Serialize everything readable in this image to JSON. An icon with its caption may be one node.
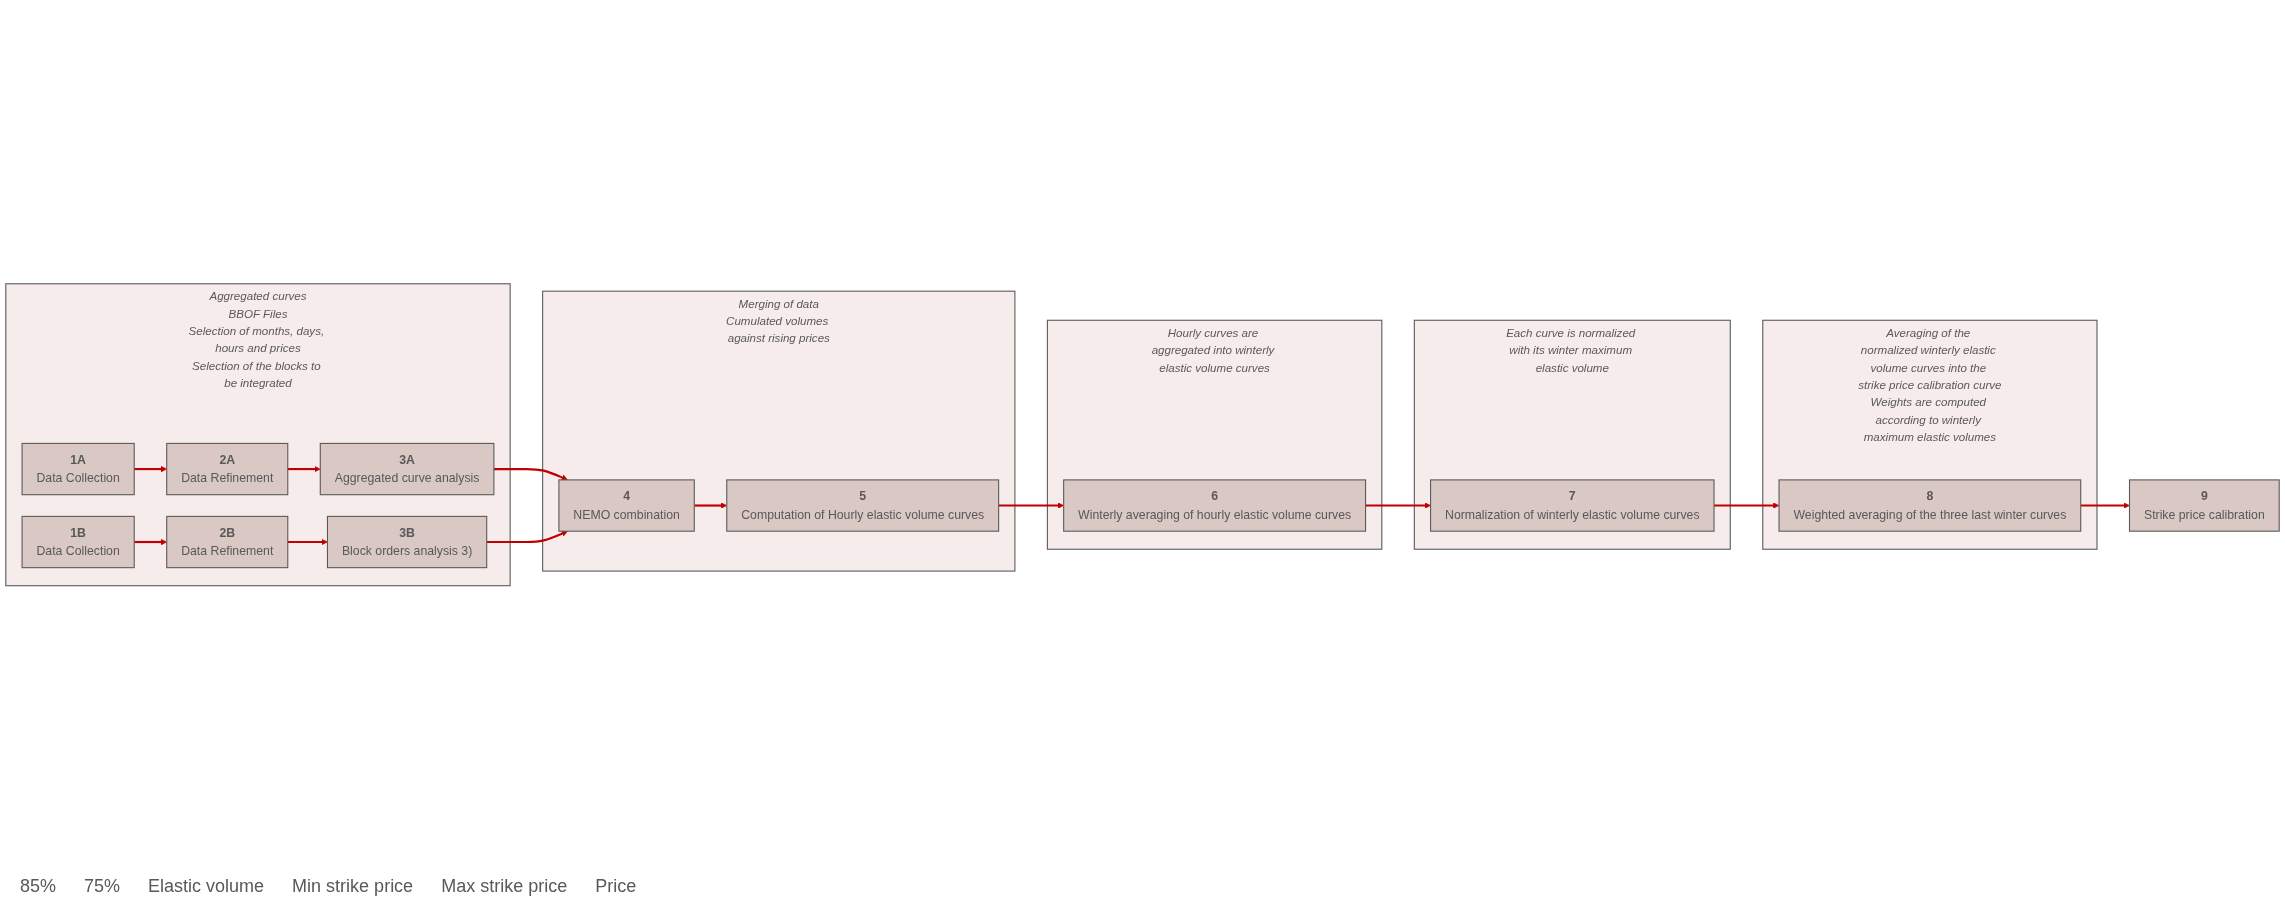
{
  "diagram": {
    "nodes": [
      {
        "text": [
          "Aggregated curves",
          "BBOF Files",
          "Selection of months, days, hours and prices",
          "Selection of the blocks to be integrated"
        ]
      },
      {
        "text": [
          "1A",
          "Data Collection"
        ],
        "in": 0
      },
      {
        "text": [
          "2A",
          "Data Refinement"
        ],
        "in": 0
      },
      {
        "text": [
          "3A",
          "Aggregated curve analysis"
        ],
        "in": 0
      },
      {
        "text": [
          "1B",
          "Data Collection"
        ],
        "in": 0
      },
      {
        "text": [
          "2B",
          "Data Refinement"
        ],
        "in": 0
      },
      {
        "text": [
          "3B",
          "Block orders analysis 3)"
        ],
        "in": 0
      },
      {
        "text": [
          "Merging of data",
          "Cumulated volumes against rising prices"
        ]
      },
      {
        "text": [
          "4",
          "NEMO combination"
        ],
        "in": 7
      },
      {
        "text": [
          "5",
          "Computation of Hourly elastic volume curves"
        ],
        "in": 7
      },
      {
        "text": [
          "Hourly curves are aggregated into winterly elastic volume curves"
        ]
      },
      {
        "text": [
          "6",
          "Winterly averaging of hourly elastic volume curves"
        ],
        "in": 10
      },
      {
        "text": [
          "Each curve is normalized with its winter maximum elastic volume"
        ]
      },
      {
        "text": [
          "7",
          "Normalization of winterly elastic volume curves"
        ],
        "in": 12
      },
      {
        "text": [
          "Averaging of the normalized winterly elastic volume curves into the strike price calibration curve",
          "Weights are computed according to winterly maximum elastic volumes"
        ]
      },
      {
        "text": [
          "8",
          "Weighted averaging of the three last winter curves"
        ],
        "in": 14
      },
      {
        "text": [
          "9",
          "Strike price calibration"
        ]
      }
    ],
    "edges": [
      {
        "from": 1,
        "to": 2,
        "arrow": "to"
      },
      {
        "from": 2,
        "to": 3,
        "arrow": "to"
      },
      {
        "from": 4,
        "to": 5,
        "arrow": "to"
      },
      {
        "from": 5,
        "to": 6,
        "arrow": "to"
      },
      {
        "from": 3,
        "to": 8,
        "arrow": "to"
      },
      {
        "from": 6,
        "to": 8,
        "arrow": "to"
      },
      {
        "from": 8,
        "to": 9,
        "arrow": "to"
      },
      {
        "from": 9,
        "to": 11,
        "arrow": "to"
      },
      {
        "from": 11,
        "to": 13,
        "arrow": "to"
      },
      {
        "from": 13,
        "to": 15,
        "arrow": "to"
      },
      {
        "from": 15,
        "to": 16,
        "arrow": "to"
      }
    ],
    "labels": [
      "85%",
      "75%",
      "Elastic volume",
      "Min strike price",
      "Max strike price",
      "Price"
    ]
  }
}
